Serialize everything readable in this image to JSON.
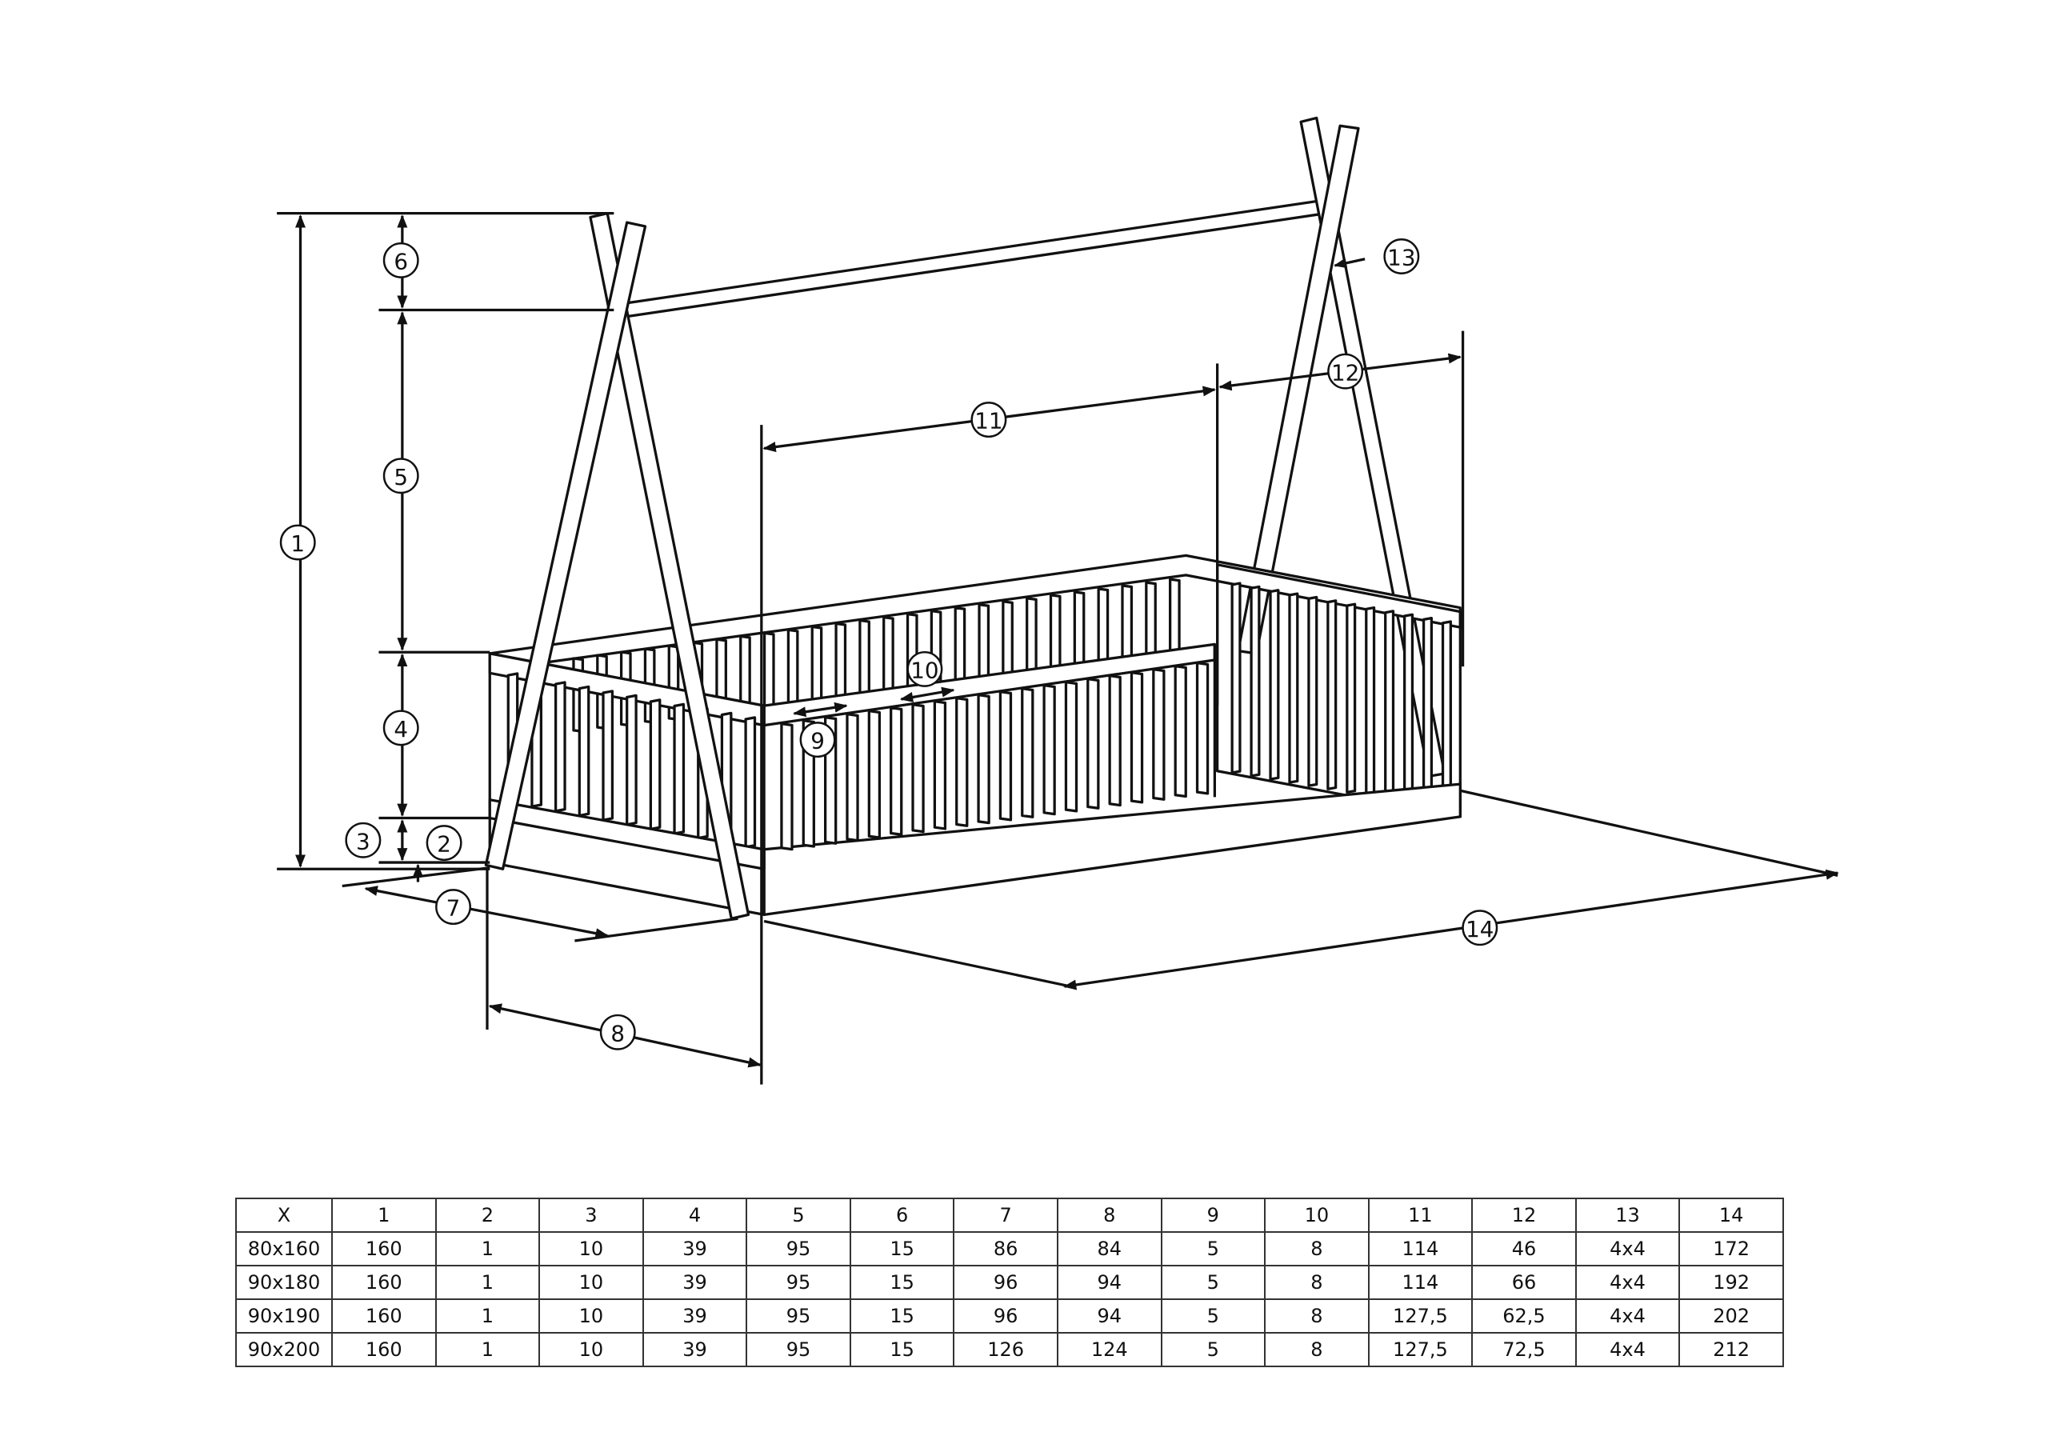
{
  "diagram": {
    "callouts": [
      "1",
      "2",
      "3",
      "4",
      "5",
      "6",
      "7",
      "8",
      "9",
      "10",
      "11",
      "12",
      "13",
      "14"
    ]
  },
  "table": {
    "header": [
      "X",
      "1",
      "2",
      "3",
      "4",
      "5",
      "6",
      "7",
      "8",
      "9",
      "10",
      "11",
      "12",
      "13",
      "14"
    ],
    "rows": [
      [
        "80x160",
        "160",
        "1",
        "10",
        "39",
        "95",
        "15",
        "86",
        "84",
        "5",
        "8",
        "114",
        "46",
        "4x4",
        "172"
      ],
      [
        "90x180",
        "160",
        "1",
        "10",
        "39",
        "95",
        "15",
        "96",
        "94",
        "5",
        "8",
        "114",
        "66",
        "4x4",
        "192"
      ],
      [
        "90x190",
        "160",
        "1",
        "10",
        "39",
        "95",
        "15",
        "96",
        "94",
        "5",
        "8",
        "127,5",
        "62,5",
        "4x4",
        "202"
      ],
      [
        "90x200",
        "160",
        "1",
        "10",
        "39",
        "95",
        "15",
        "126",
        "124",
        "5",
        "8",
        "127,5",
        "72,5",
        "4x4",
        "212"
      ]
    ]
  }
}
